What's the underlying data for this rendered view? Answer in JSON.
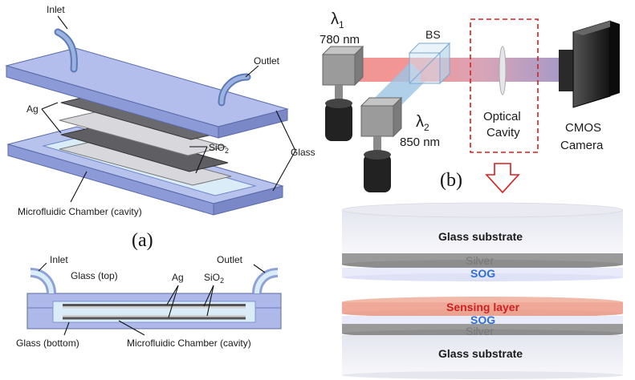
{
  "panel_a": {
    "tag": "(a)",
    "inlet": "Inlet",
    "outlet": "Outlet",
    "ag": "Ag",
    "sio2": "SiO",
    "sio2_sub": "2",
    "glass": "Glass",
    "chamber": "Microfluidic Chamber (cavity)",
    "cross_section": {
      "inlet": "Inlet",
      "outlet": "Outlet",
      "glass_top": "Glass (top)",
      "ag": "Ag",
      "sio2": "SiO",
      "sio2_sub": "2",
      "glass_bottom": "Glass (bottom)",
      "chamber": "Microfluidic Chamber (cavity)"
    }
  },
  "panel_b": {
    "tag": "(b)",
    "lambda1": "λ",
    "lambda1_sub": "1",
    "wl1": "780 nm",
    "lambda2": "λ",
    "lambda2_sub": "2",
    "wl2": "850 nm",
    "bs": "BS",
    "optical_cavity_1": "Optical",
    "optical_cavity_2": "Cavity",
    "cmos_1": "CMOS",
    "cmos_2": "Camera",
    "stack": {
      "top_glass": "Glass substrate",
      "top_silver": "Silver",
      "top_sog": "SOG",
      "sensing": "Sensing layer",
      "bottom_sog": "SOG",
      "bottom_silver": "Silver",
      "bottom_glass": "Glass substrate"
    }
  },
  "colors": {
    "glass_blue": "#a9b8e6",
    "red_beam": "#ee7f7f",
    "blue_beam": "#9cc4e4",
    "silver": "#9a9a9a",
    "sog_blue": "#2f6fd6",
    "sensing_red": "#cc2222",
    "dashed_box": "#d42020"
  }
}
